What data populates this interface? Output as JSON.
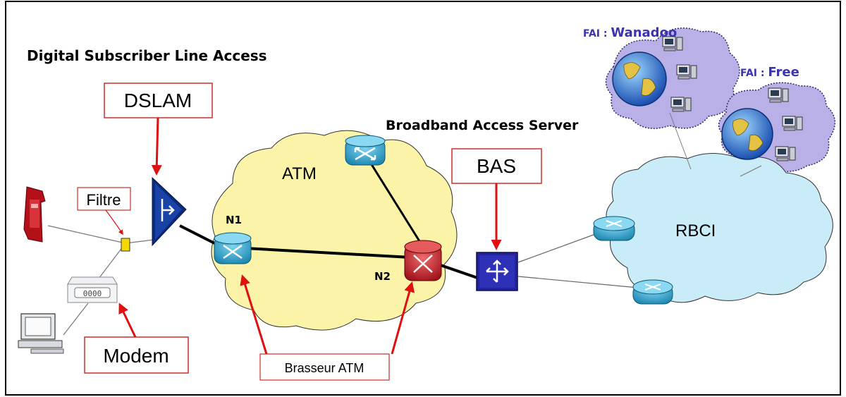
{
  "title": "Digital Subscriber Line Access",
  "bas_title": "Broadband Access Server",
  "labels": {
    "dslam": "DSLAM",
    "bas": "BAS",
    "filtre": "Filtre",
    "modem": "Modem",
    "brasseur": "Brasseur ATM",
    "atm": "ATM",
    "rbci": "RBCI",
    "n1": "N1",
    "n2": "N2"
  },
  "isps": {
    "wanadoo": {
      "prefix": "FAI : ",
      "name": "Wanadoo"
    },
    "free": {
      "prefix": "FAI : ",
      "name": "Free"
    }
  },
  "modem_leds": "0000",
  "colors": {
    "atm_cloud": "#fbf3a8",
    "rbci_cloud": "#c9ecf8",
    "isp_cloud": "#b8b0e6",
    "router_blue": "#2aa0c8",
    "router_red": "#cc1f2a",
    "dslam": "#0c2a7a",
    "bas": "#22239a",
    "arrow_red": "#e01010",
    "label_box_border": "#c9302a",
    "fai_text": "#3a34b0"
  },
  "icons": [
    "telephone-icon",
    "filter-icon",
    "modem-icon",
    "computer-icon",
    "dslam-icon",
    "atm-switch-icon",
    "bas-switch-icon",
    "router-icon",
    "globe-icon",
    "workstation-icon"
  ]
}
